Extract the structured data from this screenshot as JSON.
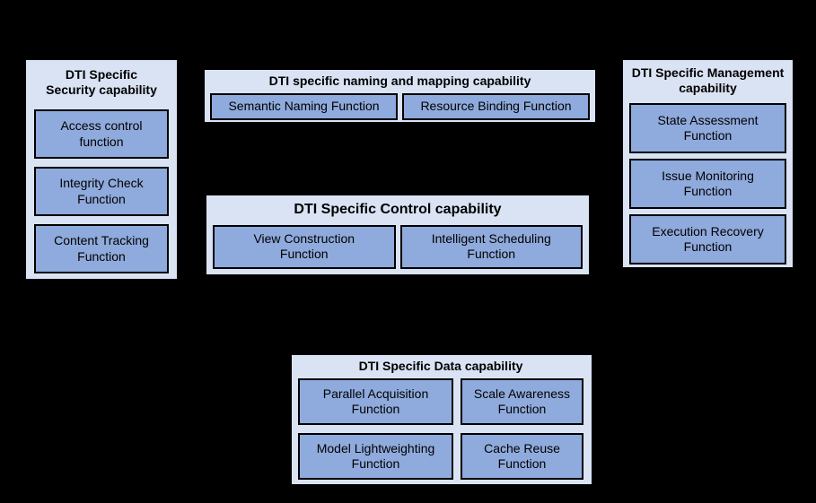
{
  "background": "#000000",
  "palette": {
    "group_fill": "#dae3f3",
    "function_fill": "#8faadc",
    "border": "#000000",
    "text": "#000000"
  },
  "groups": [
    {
      "name": "security",
      "title": "DTI Specific\nSecurity capability",
      "functions": [
        "Access control\nfunction",
        "Integrity Check\nFunction",
        "Content Tracking\nFunction"
      ]
    },
    {
      "name": "naming_mapping",
      "title": "DTI specific naming and mapping capability",
      "functions": [
        "Semantic Naming Function",
        "Resource Binding Function"
      ]
    },
    {
      "name": "control",
      "title": "DTI Specific Control capability",
      "functions": [
        "View Construction\nFunction",
        "Intelligent Scheduling\nFunction"
      ]
    },
    {
      "name": "management",
      "title": "DTI Specific Management\ncapability",
      "functions": [
        "State Assessment\nFunction",
        "Issue Monitoring\nFunction",
        "Execution Recovery\nFunction"
      ]
    },
    {
      "name": "data",
      "title": "DTI Specific Data capability",
      "functions": [
        "Parallel Acquisition\nFunction",
        "Scale Awareness\nFunction",
        "Model Lightweighting\nFunction",
        "Cache Reuse\nFunction"
      ]
    }
  ]
}
